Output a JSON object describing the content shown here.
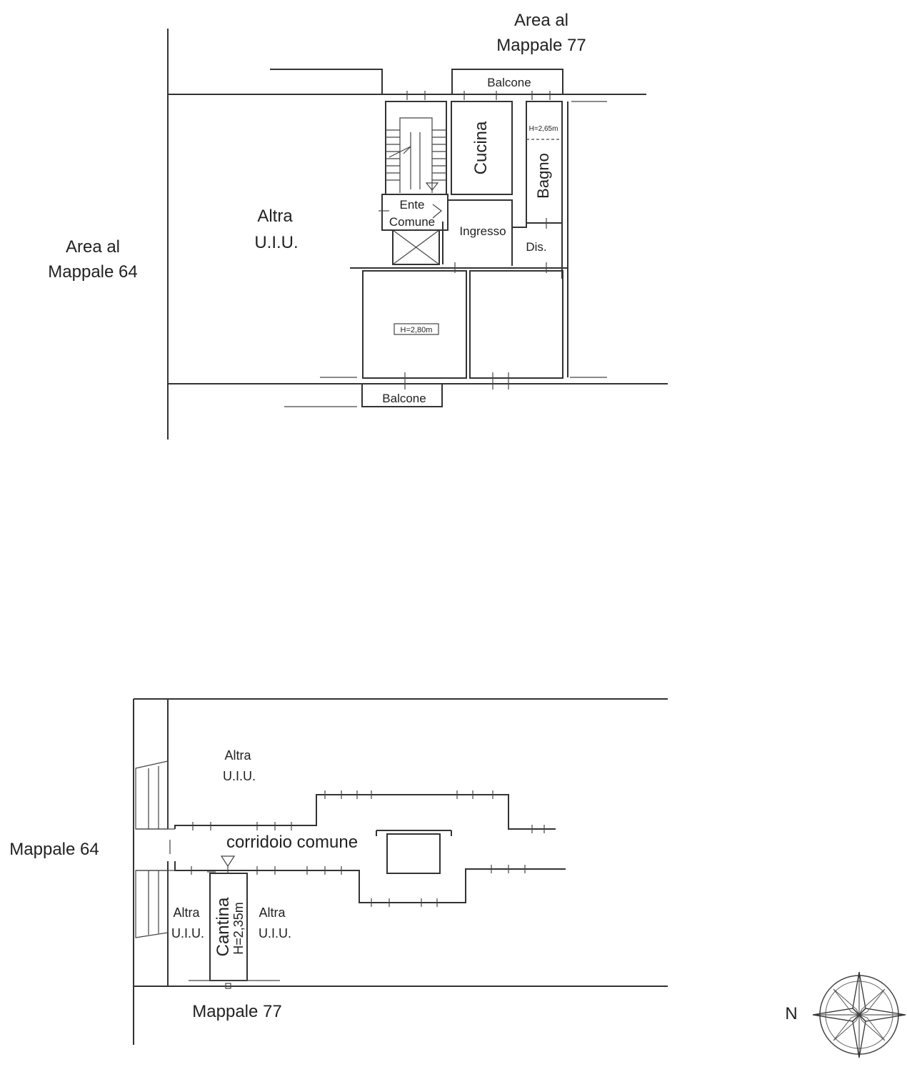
{
  "upper_plan": {
    "area_north_line1": "Area al",
    "area_north_line2": "Mappale 77",
    "area_west_line1": "Area al",
    "area_west_line2": "Mappale 64",
    "other_unit_line1": "Altra",
    "other_unit_line2": "U.I.U.",
    "balcony_top": "Balcone",
    "balcony_bottom": "Balcone",
    "kitchen": "Cucina",
    "bathroom": "Bagno",
    "bath_height": "H=2,65m",
    "common_line1": "Ente",
    "common_line2": "Comune",
    "entrance": "Ingresso",
    "closet": "Dis.",
    "room_height": "H=2,80m"
  },
  "lower_plan": {
    "other_unit_top_line1": "Altra",
    "other_unit_top_line2": "U.I.U.",
    "corridor": "corridoio comune",
    "west_label": "Mappale 64",
    "south_label": "Mappale 77",
    "other_unit_left_line1": "Altra",
    "other_unit_left_line2": "U.I.U.",
    "cellar": "Cantina",
    "cellar_height": "H=2,35m",
    "other_unit_right_line1": "Altra",
    "other_unit_right_line2": "U.I.U."
  },
  "compass": {
    "north_label": "N"
  }
}
